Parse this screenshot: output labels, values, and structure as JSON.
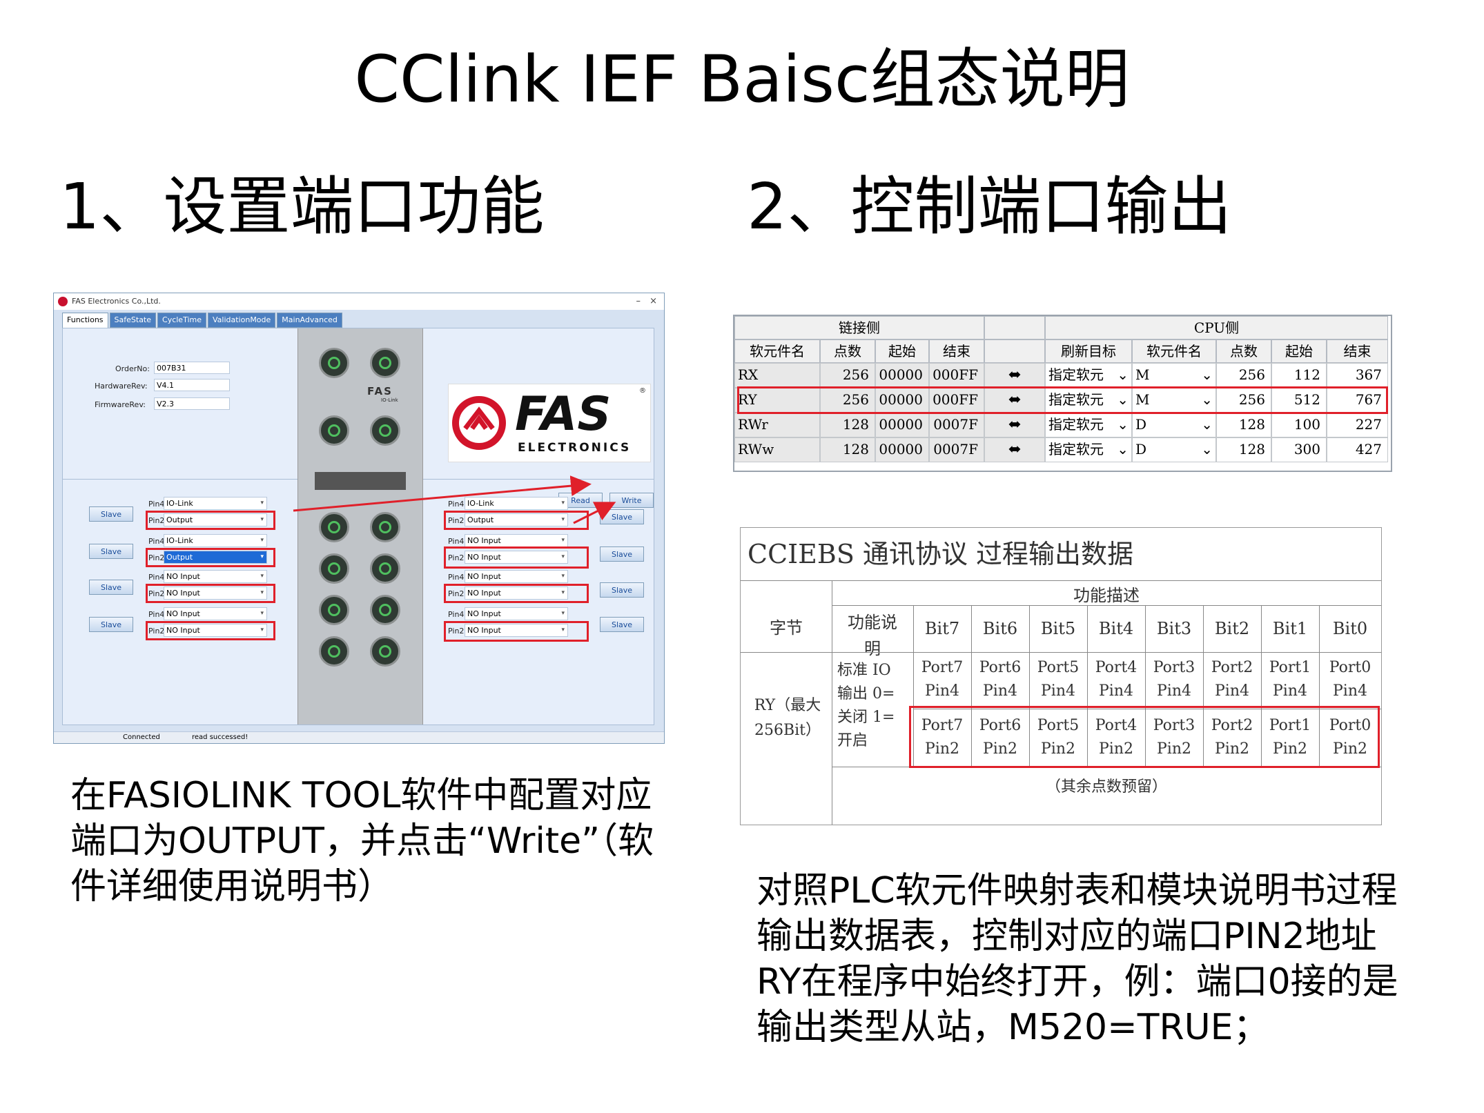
{
  "slide": {
    "title": "CClink IEF Baisc组态说明",
    "step1": "1、设置端口功能",
    "step2": "2、控制端口输出",
    "para1": "在FASIOLINK TOOL软件中配置对应端口为OUTPUT，并点击“Write”（软件详细使用说明书）",
    "para2": "对照PLC软元件映射表和模块说明书过程输出数据表，控制对应的端口PIN2地址RY在程序中始终打开，例：端口0接的是输出类型从站，M520=TRUE；"
  },
  "app": {
    "window_title": "FAS Electronics Co.,Ltd.",
    "min": "–",
    "close": "×",
    "tabs": [
      "Functions",
      "SafeState",
      "CycleTime",
      "ValidationMode",
      "MainAdvanced"
    ],
    "order_label": "OrderNo:",
    "order_value": "007B31",
    "hw_label": "HardwareRev:",
    "hw_value": "V4.1",
    "fw_label": "FirmwareRev:",
    "fw_value": "V2.3",
    "read_button": "Read",
    "write_button": "Write",
    "slave_label": "Slave",
    "pin4_label": "Pin4:",
    "pin2_label": "Pin2:",
    "left_ports": [
      {
        "pin4": "IO-Link",
        "pin2": "Output"
      },
      {
        "pin4": "IO-Link",
        "pin2": "Output"
      },
      {
        "pin4": "NO Input",
        "pin2": "NO Input"
      },
      {
        "pin4": "NO Input",
        "pin2": "NO Input"
      }
    ],
    "right_ports": [
      {
        "pin4": "IO-Link",
        "pin2": "Output"
      },
      {
        "pin4": "NO Input",
        "pin2": "NO Input"
      },
      {
        "pin4": "NO Input",
        "pin2": "NO Input"
      },
      {
        "pin4": "NO Input",
        "pin2": "NO Input"
      }
    ],
    "device_brand": "FAS",
    "device_sub": "IO-Link",
    "logo_text": "FAS",
    "logo_sub": "ELECTRONICS",
    "logo_reg": "®",
    "status_connected": "Connected",
    "status_read": "read successed!"
  },
  "mapping": {
    "link_side": "链接侧",
    "cpu_side": "CPU侧",
    "headers": [
      "软元件名",
      "点数",
      "起始",
      "结束",
      "刷新目标",
      "软元件名",
      "点数",
      "起始",
      "结束"
    ],
    "rows": [
      {
        "name": "RX",
        "points": "256",
        "start": "00000",
        "end": "000FF",
        "target": "指定软元",
        "dev": "M",
        "cpu_points": "256",
        "cpu_start": "112",
        "cpu_end": "367"
      },
      {
        "name": "RY",
        "points": "256",
        "start": "00000",
        "end": "000FF",
        "target": "指定软元",
        "dev": "M",
        "cpu_points": "256",
        "cpu_start": "512",
        "cpu_end": "767"
      },
      {
        "name": "RWr",
        "points": "128",
        "start": "00000",
        "end": "0007F",
        "target": "指定软元",
        "dev": "D",
        "cpu_points": "128",
        "cpu_start": "100",
        "cpu_end": "227"
      },
      {
        "name": "RWw",
        "points": "128",
        "start": "00000",
        "end": "0007F",
        "target": "指定软元",
        "dev": "D",
        "cpu_points": "128",
        "cpu_start": "300",
        "cpu_end": "427"
      }
    ]
  },
  "process": {
    "title": "CCIEBS 通讯协议  过程输出数据",
    "func_desc": "功能描述",
    "byte": "字节",
    "func_label": "功能说明",
    "bits": [
      "Bit7",
      "Bit6",
      "Bit5",
      "Bit4",
      "Bit3",
      "Bit2",
      "Bit1",
      "Bit0"
    ],
    "ry_label": "RY（最大256Bit）",
    "std_desc": "标准 IO 输出 0=关闭 1=开启",
    "row1": [
      "Port7 Pin4",
      "Port6 Pin4",
      "Port5 Pin4",
      "Port4 Pin4",
      "Port3 Pin4",
      "Port2 Pin4",
      "Port1 Pin4",
      "Port0 Pin4"
    ],
    "row2": [
      "Port7 Pin2",
      "Port6 Pin2",
      "Port5 Pin2",
      "Port4 Pin2",
      "Port3 Pin2",
      "Port2 Pin2",
      "Port1 Pin2",
      "Port0 Pin2"
    ],
    "reserved": "（其余点数预留）"
  }
}
